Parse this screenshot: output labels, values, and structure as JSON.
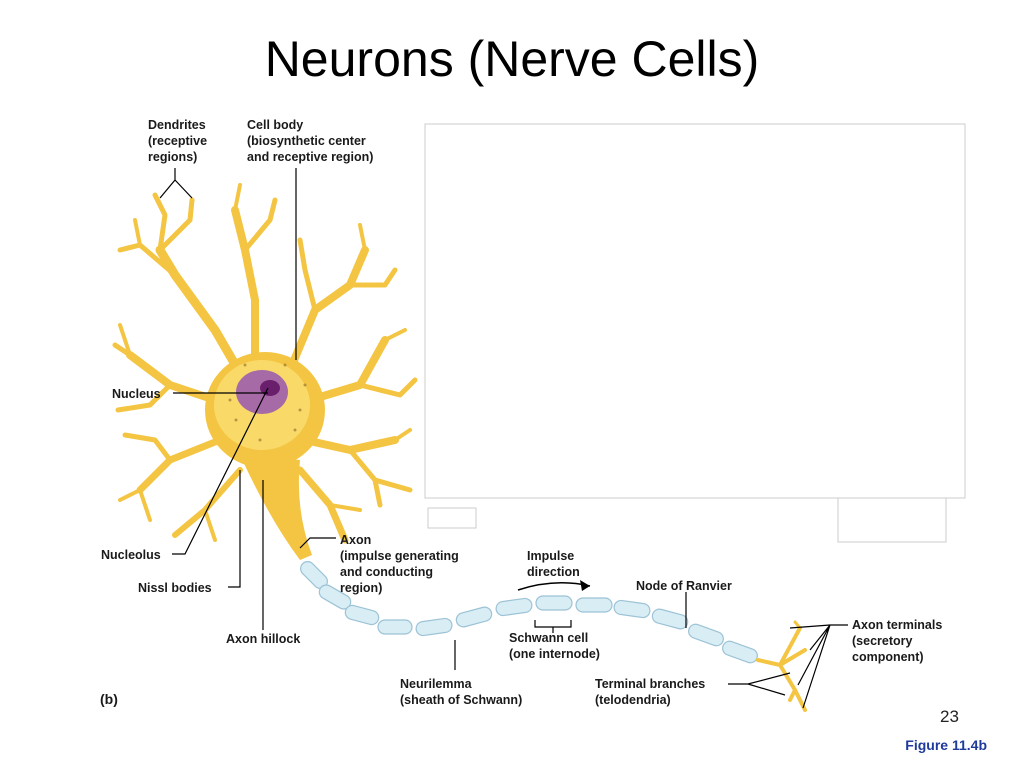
{
  "slide": {
    "title": "Neurons (Nerve Cells)",
    "figure_ref": "Figure 11.4b",
    "page_number": "23"
  },
  "diagram": {
    "panel_label": "(b)",
    "colors": {
      "cell": "#f4c542",
      "cell_light": "#fbe27a",
      "nucleus": "#8e3a8f",
      "myelin": "#d9edf5"
    },
    "labels": {
      "dendrites": [
        "Dendrites",
        "(receptive",
        "regions)"
      ],
      "cell_body": [
        "Cell body",
        "(biosynthetic center",
        "and receptive region)"
      ],
      "nucleus": [
        "Nucleus"
      ],
      "nucleolus": [
        "Nucleolus"
      ],
      "nissl_bodies": [
        "Nissl bodies"
      ],
      "axon_hillock": [
        "Axon hillock"
      ],
      "axon": [
        "Axon",
        "(impulse generating",
        "and conducting",
        "region)"
      ],
      "impulse_direction": [
        "Impulse",
        "direction"
      ],
      "node_of_ranvier": [
        "Node of Ranvier"
      ],
      "schwann_cell": [
        "Schwann cell",
        "(one internode)"
      ],
      "neurilemma": [
        "Neurilemma",
        "(sheath of Schwann)"
      ],
      "terminal_branches": [
        "Terminal branches",
        "(telodendria)"
      ],
      "axon_terminals": [
        "Axon terminals",
        "(secretory",
        "component)"
      ]
    }
  }
}
